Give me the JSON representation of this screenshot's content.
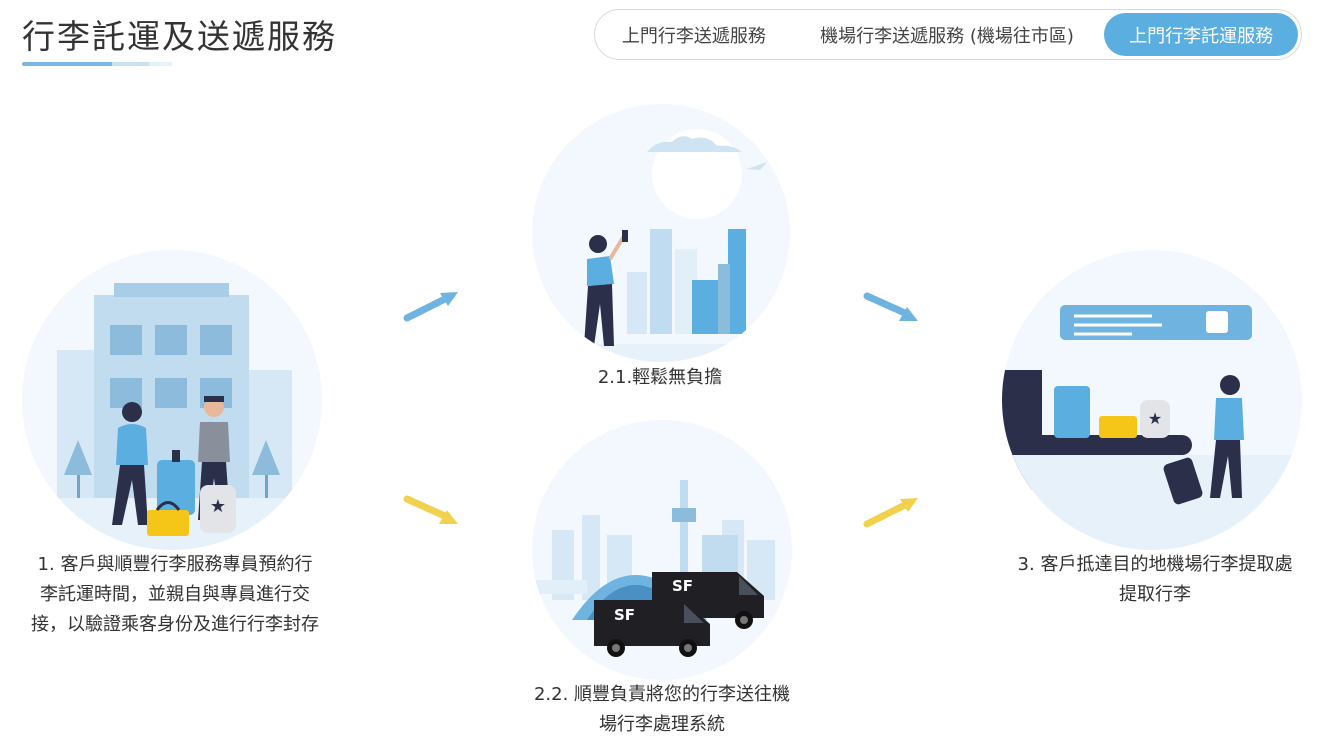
{
  "page": {
    "title": "行李託運及送遞服務"
  },
  "tabs": [
    {
      "label": "上門行李送遞服務",
      "active": false
    },
    {
      "label": "機場行李送遞服務 (機場往市區)",
      "active": false
    },
    {
      "label": "上門行李託運服務",
      "active": true
    }
  ],
  "steps": {
    "step1": {
      "caption": "1. 客戶與順豐行李服務專員預約行李託運時間，並親自與專員進行交接，以驗證乘客身份及進行行李封存"
    },
    "step2_1": {
      "caption": "2.1.輕鬆無負擔"
    },
    "step2_2": {
      "caption": "2.2. 順豐負責將您的行李送往機場行李處理系統"
    },
    "step3": {
      "caption": "3. 客戶抵達目的地機場行李提取處提取行李"
    }
  },
  "vans": {
    "logo": "SF"
  },
  "colors": {
    "accent_blue": "#5aaee0",
    "arrow_blue": "#6fb3e0",
    "arrow_yellow": "#f2d14e",
    "circle_bg": "#f2f8fd",
    "luggage_yellow": "#f5c518"
  },
  "icons": [
    "blue-arrow-icon",
    "yellow-arrow-icon",
    "suitcase-icon",
    "van-icon",
    "plane-icon",
    "tree-icon"
  ]
}
